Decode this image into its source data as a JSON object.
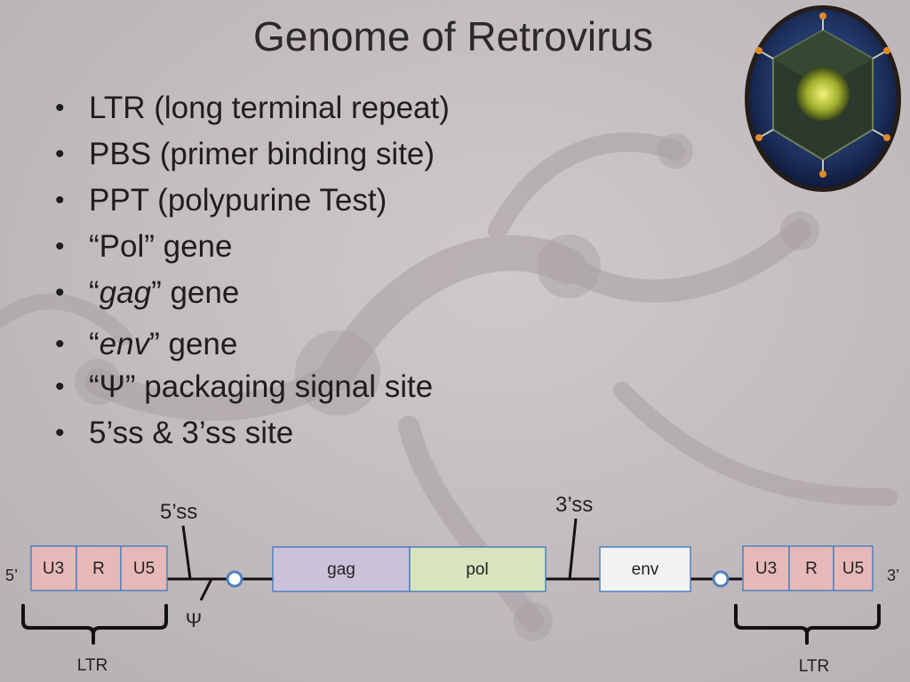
{
  "slide": {
    "title": "Genome of Retrovirus",
    "bullets": [
      {
        "parts": [
          {
            "text": "LTR (long terminal repeat)",
            "italic": false
          }
        ]
      },
      {
        "parts": [
          {
            "text": "PBS (primer binding site)",
            "italic": false
          }
        ]
      },
      {
        "parts": [
          {
            "text": "PPT (polypurine Test)",
            "italic": false
          }
        ]
      },
      {
        "parts": [
          {
            "text": "“Pol” gene",
            "italic": false
          }
        ]
      },
      {
        "parts": [
          {
            "text": "“",
            "italic": false
          },
          {
            "text": "gag",
            "italic": true
          },
          {
            "text": "” gene",
            "italic": false
          }
        ]
      },
      {
        "parts": [
          {
            "text": "“",
            "italic": false
          },
          {
            "text": "env",
            "italic": true
          },
          {
            "text": "” gene",
            "italic": false
          }
        ]
      },
      {
        "parts": [
          {
            "text": "“Ψ” packaging signal site",
            "italic": false
          }
        ]
      },
      {
        "parts": [
          {
            "text": "5’ss & 3’ss site",
            "italic": false
          }
        ]
      }
    ],
    "bullet_glyph": "•"
  },
  "diagram": {
    "end5": "5’",
    "end3": "3’",
    "ltr_left": [
      "U3",
      "R",
      "U5"
    ],
    "ltr_right": [
      "U3",
      "R",
      "U5"
    ],
    "ltr_label_left": "LTR",
    "ltr_label_right": "LTR",
    "ss5_label": "5’ss",
    "ss3_label": "3’ss",
    "psi_label": "Ψ",
    "genes": {
      "gag": "gag",
      "pol": "pol",
      "env": "env"
    },
    "colors": {
      "ltr_box": "#e6b9b8",
      "gag_box": "#ccc1da",
      "pol_box": "#d7e4bd",
      "env_box": "#f2f2f2",
      "outline": "#4f81bd",
      "line": "#111111"
    }
  }
}
